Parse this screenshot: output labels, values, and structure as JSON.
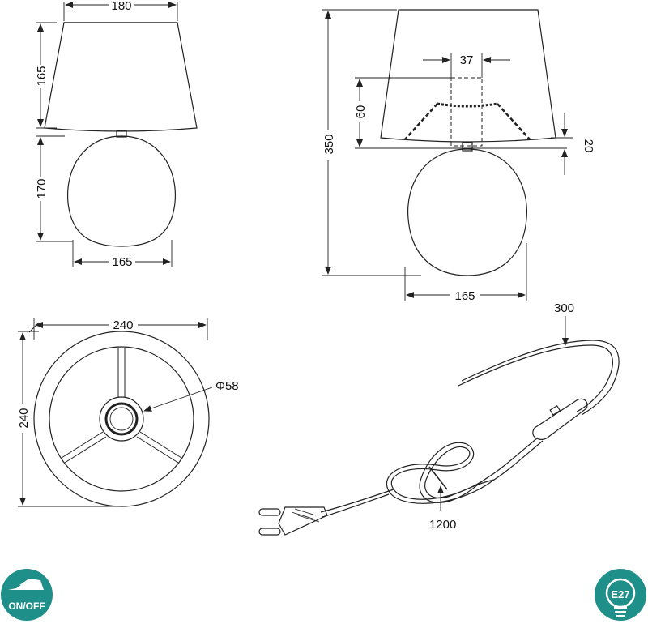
{
  "dimensions": {
    "front_shade_top_width": "180",
    "front_shade_height": "165",
    "front_base_height": "170",
    "front_base_width": "165",
    "side_total_height": "350",
    "side_socket_width": "37",
    "side_shade_frame_height": "60",
    "side_shade_overhang": "20",
    "side_base_width": "165",
    "top_view_width": "240",
    "top_view_height": "240",
    "socket_ring_diameter": "Φ58",
    "cable_switch_distance": "300",
    "cable_length": "1200"
  },
  "badges": {
    "switch_badge_label": "ON/OFF",
    "bulb_badge_label": "E27",
    "accent_color": "#1f8f8a"
  }
}
